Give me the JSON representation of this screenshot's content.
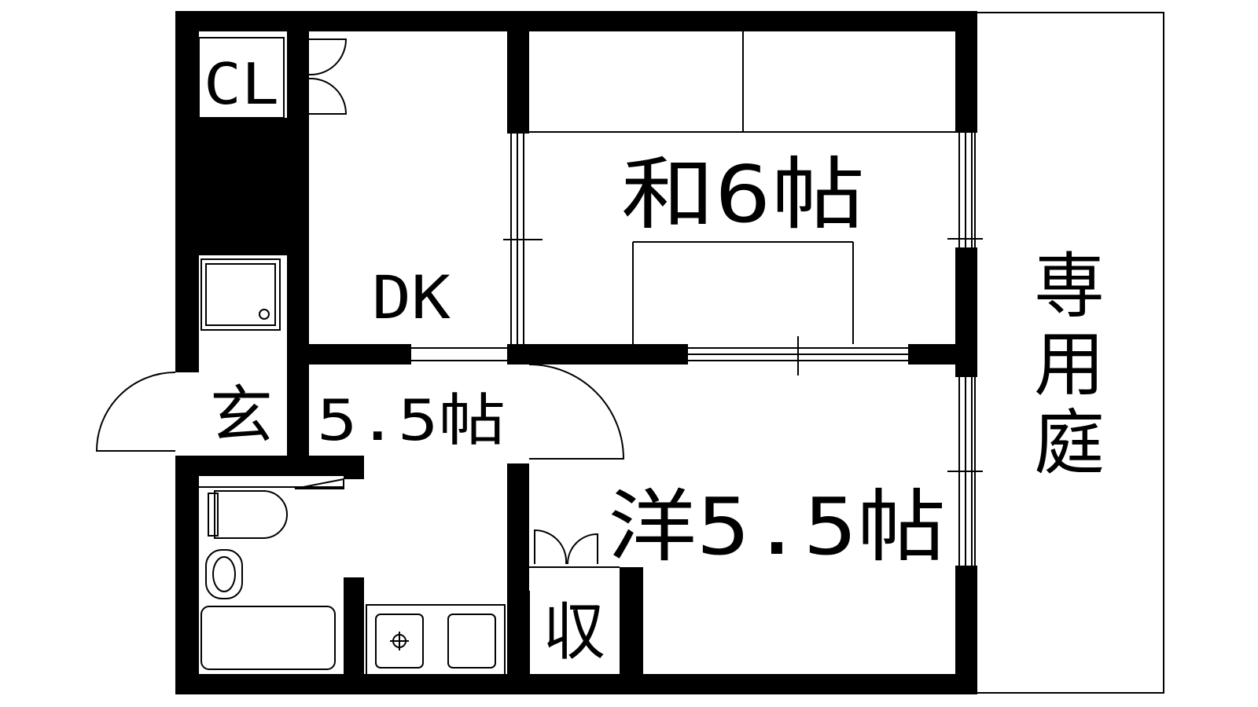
{
  "floor_plan": {
    "rooms": {
      "closet": {
        "label": "CL"
      },
      "dining_kitchen": {
        "label_line1": "DK",
        "label_line2": "5.5帖"
      },
      "japanese_room": {
        "label": "和6帖"
      },
      "western_room": {
        "label": "洋5.5帖"
      },
      "entrance": {
        "label": "玄"
      },
      "storage": {
        "label": "収"
      },
      "private_garden": {
        "label": "専用庭"
      }
    },
    "colors": {
      "wall": "#000000",
      "background": "#ffffff"
    },
    "icons": [
      "washing-machine-icon",
      "toilet-icon",
      "washbasin-icon",
      "bathtub-icon",
      "gas-stove-icon",
      "sink-icon"
    ]
  }
}
